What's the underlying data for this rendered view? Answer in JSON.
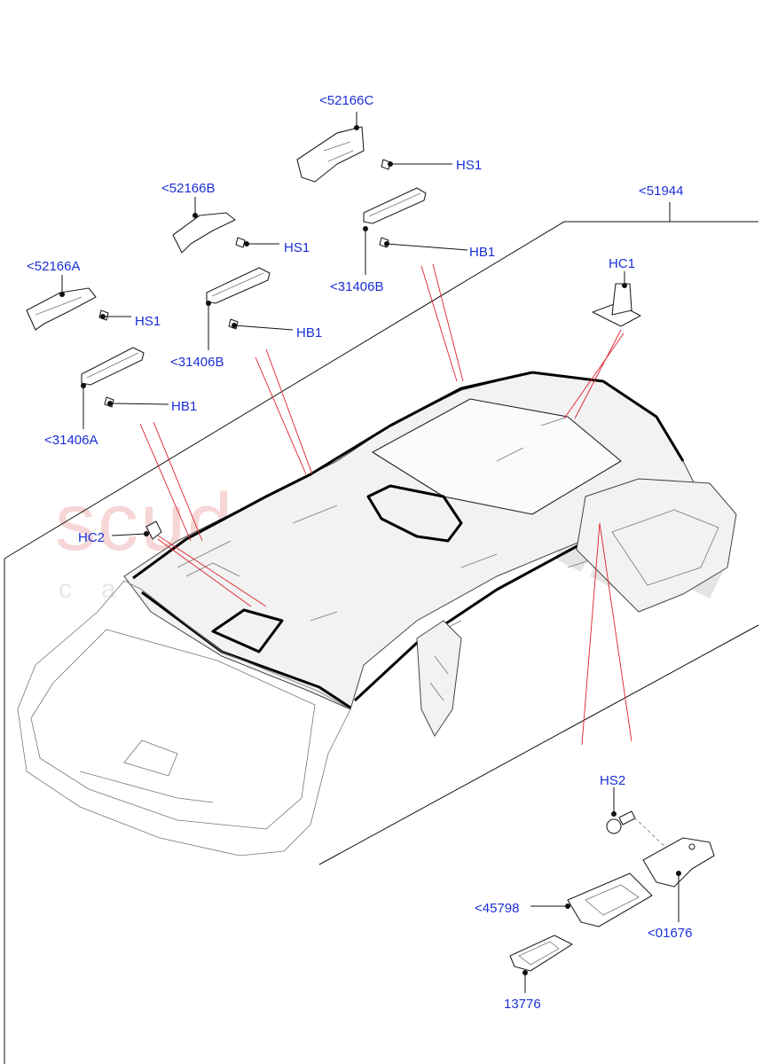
{
  "watermark": {
    "brand": "scuderia",
    "sub": "car parts"
  },
  "labels": {
    "c52166C": "<52166C",
    "c52166B": "<52166B",
    "c52166A": "<52166A",
    "hs1_top": "HS1",
    "hs1_mid": "HS1",
    "hs1_left": "HS1",
    "hb1_top": "HB1",
    "hb1_mid": "HB1",
    "hb1_left": "HB1",
    "c31406B_top": "<31406B",
    "c31406B_mid": "<31406B",
    "c31406A": "<31406A",
    "c51944": "<51944",
    "hc1": "HC1",
    "hc2": "HC2",
    "hs2": "HS2",
    "c45798": "<45798",
    "c01676": "<01676",
    "p13776": "13776"
  },
  "colors": {
    "label": "#1a2fd6",
    "leader_red": "#e0202a",
    "watermark": "#f4c9c9"
  }
}
